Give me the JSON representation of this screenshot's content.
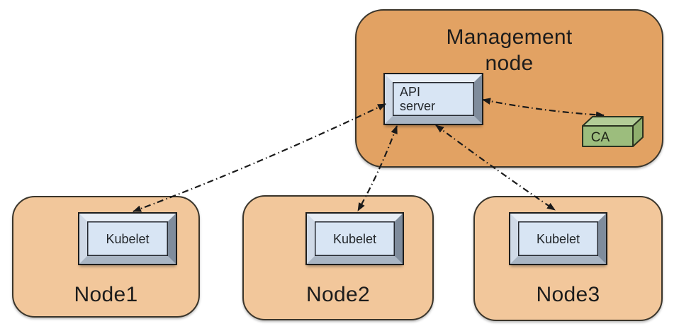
{
  "diagram": {
    "management_node": {
      "label": "Management node",
      "api_server_label": "API server",
      "ca_label": "CA"
    },
    "nodes": [
      {
        "name": "Node1",
        "component": "Kubelet"
      },
      {
        "name": "Node2",
        "component": "Kubelet"
      },
      {
        "name": "Node3",
        "component": "Kubelet"
      }
    ],
    "connections": [
      {
        "from": "API server",
        "to": "Node1 Kubelet",
        "style": "dash-dot",
        "arrows": "both"
      },
      {
        "from": "API server",
        "to": "Node2 Kubelet",
        "style": "dash-dot",
        "arrows": "both"
      },
      {
        "from": "API server",
        "to": "Node3 Kubelet",
        "style": "dash-dot",
        "arrows": "both"
      },
      {
        "from": "API server",
        "to": "CA",
        "style": "dash-dot",
        "arrows": "both"
      }
    ],
    "colors": {
      "background": "#ffffff",
      "management_node_fill": "#e2a263",
      "node_fill": "#f2c79b",
      "container_outline": "#3a352b",
      "component_face": "#d8e5f4",
      "component_bevel_dark": "#7f8c9c",
      "ca_front": "#9cbd7d",
      "ca_top": "#b3cd97",
      "ca_side": "#8fae6d",
      "connector": "#1a1a1a"
    }
  }
}
